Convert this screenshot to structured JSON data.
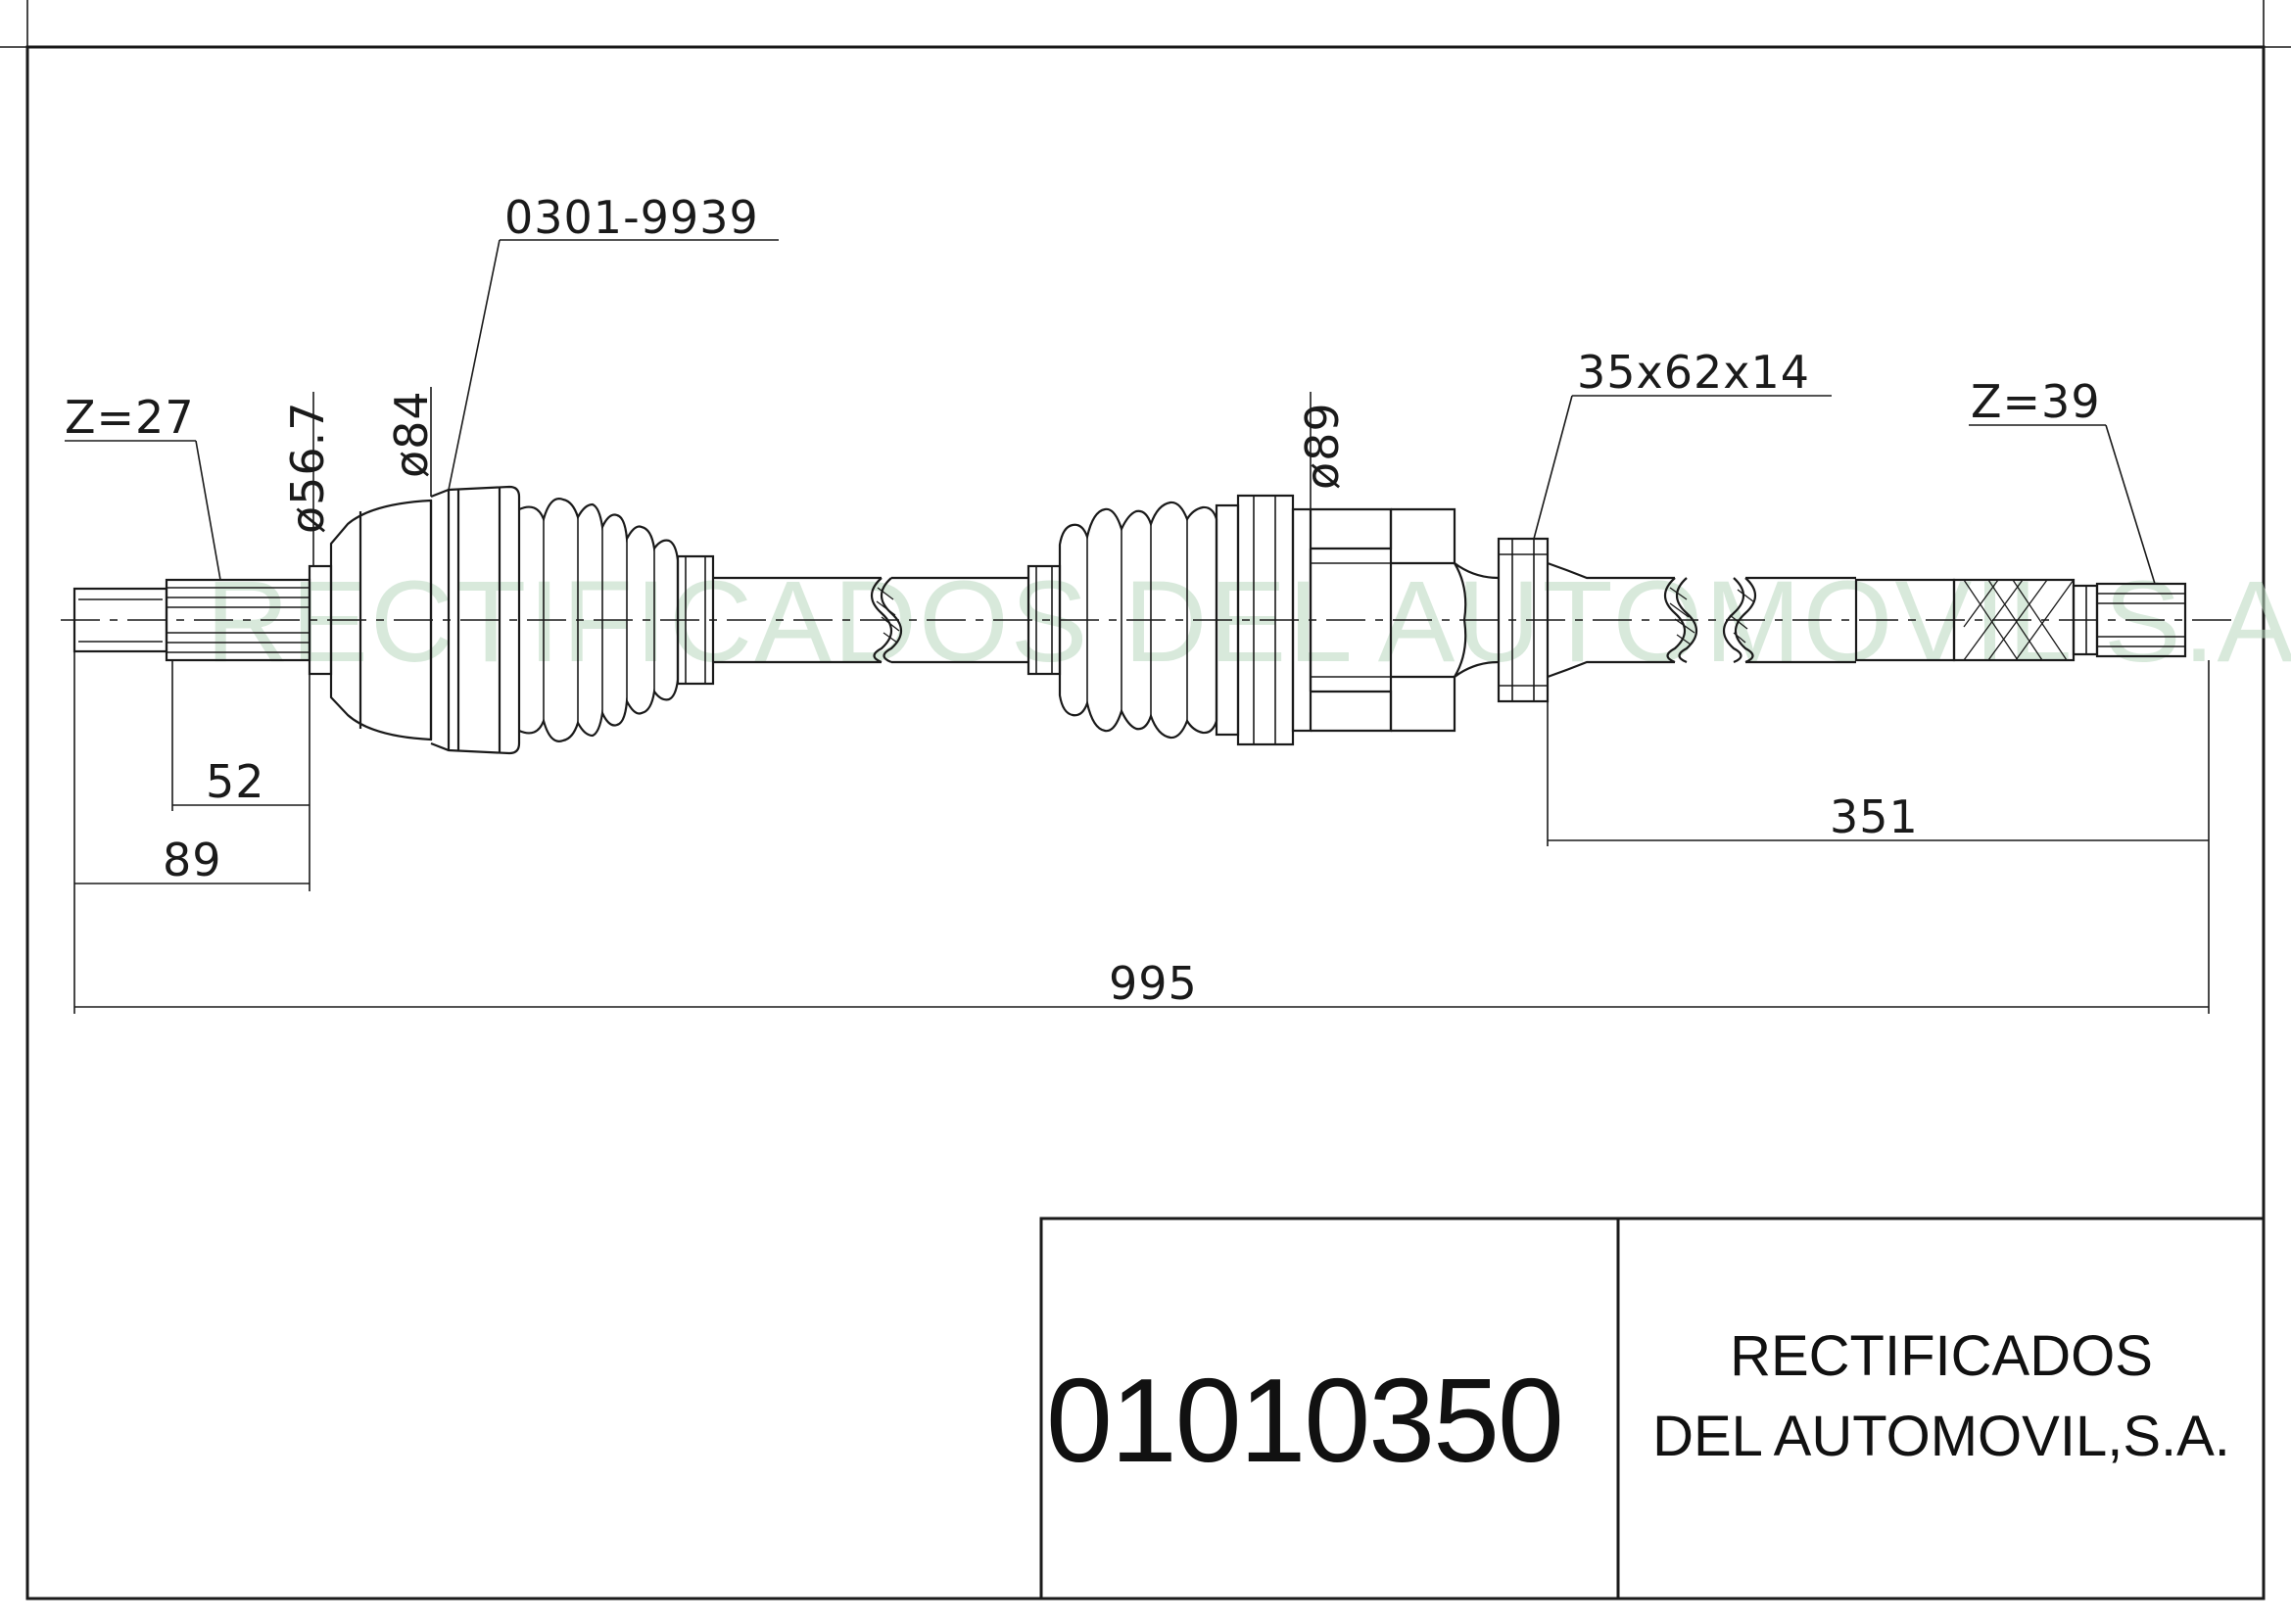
{
  "watermark": "RECTIFICADOS DEL AUTOMOVIL S.A.",
  "part_number_ref": "0301-9939",
  "outer_spline": "Z=27",
  "inner_spline": "Z=39",
  "bearing": "35x62x14",
  "diameters": {
    "stub": "ø56.7",
    "outer_boot": "ø84",
    "inner_joint": "ø89"
  },
  "dimensions": {
    "spline_length": "52",
    "outer_length": "89",
    "intermediate_length": "351",
    "total_length": "995"
  },
  "title_block": {
    "code": "01010350",
    "company_line1": "RECTIFICADOS",
    "company_line2": "DEL AUTOMOVIL,S.A."
  }
}
